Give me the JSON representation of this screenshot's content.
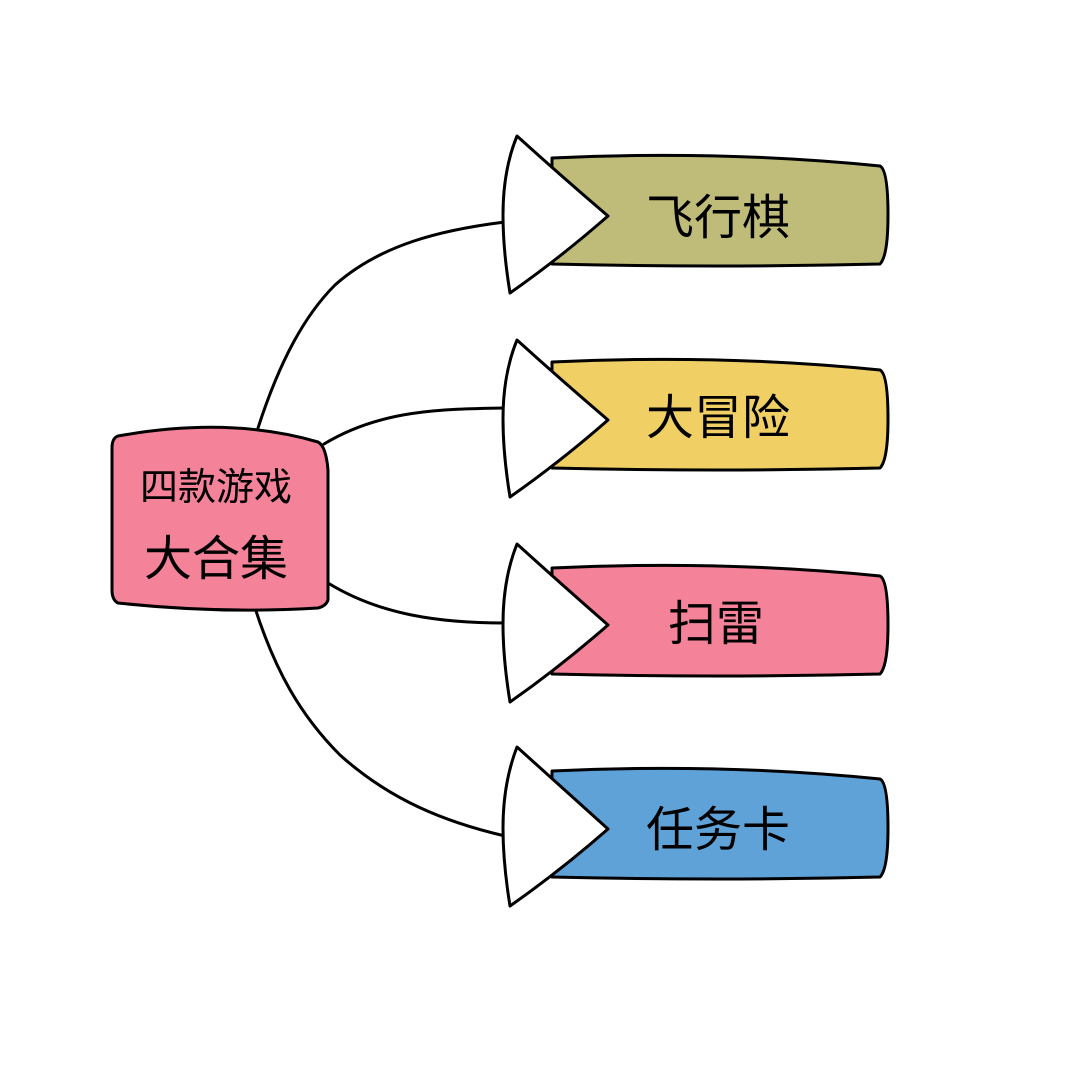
{
  "center": {
    "line1": "四款游戏",
    "line2": "大合集",
    "color": "#F48299"
  },
  "branches": [
    {
      "label": "飞行棋",
      "color": "#BFBC79"
    },
    {
      "label": "大冒险",
      "color": "#F0CF65"
    },
    {
      "label": "扫雷",
      "color": "#F48299"
    },
    {
      "label": "任务卡",
      "color": "#5FA2D8"
    }
  ],
  "arrow_color": "#FFFFFF",
  "line_color": "#000000"
}
